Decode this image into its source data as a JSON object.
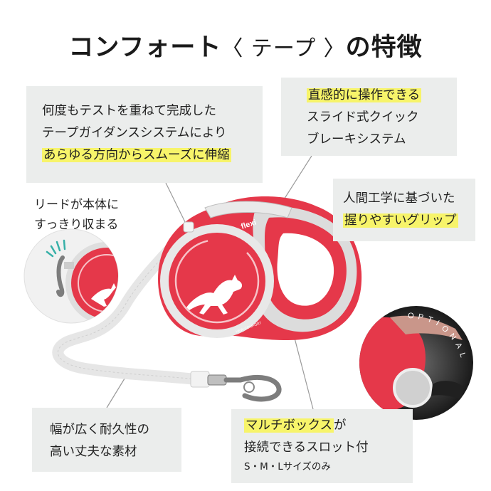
{
  "title": {
    "main": "コンフォート",
    "bracket": "〈 テープ 〉",
    "suffix": "の特徴"
  },
  "features": {
    "tape": {
      "lines": [
        "何度もテストを重ねて完成した",
        "テープガイダンスシステムにより",
        "あらゆる方向からスムーズに伸縮"
      ]
    },
    "brake": {
      "lines": [
        "直感的に操作できる",
        "スライド式クイック",
        "ブレーキシステム"
      ]
    },
    "grip": {
      "lines": [
        "人間工学に基づいた",
        "握りやすいグリップ"
      ]
    },
    "retract": {
      "lines": [
        "リードが本体に",
        "すっきり収まる"
      ]
    },
    "material": {
      "lines": [
        "幅が広く耐久性の",
        "高い丈夫な素材"
      ]
    },
    "multibox": {
      "highlight": "マルチボックス",
      "suffix": "が",
      "line2": "接続できるスロット付",
      "note": "S・M・Lサイズのみ"
    }
  },
  "product": {
    "brand": "flexi",
    "model_label": "NEW COMFORT",
    "optional_label": "OPTIONAL"
  },
  "colors": {
    "accent_red": "#e5384a",
    "grip_gray": "#dcdcdc",
    "box_bg": "#ebedec",
    "highlight": "#f7f46a"
  }
}
